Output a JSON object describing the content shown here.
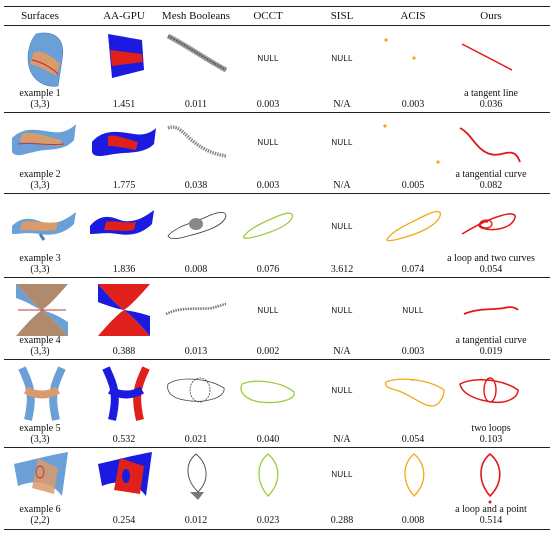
{
  "columns": [
    "Surfaces",
    "AA-GPU",
    "Mesh Booleans",
    "OCCT",
    "SISL",
    "ACIS",
    "Ours"
  ],
  "null_text": "NULL",
  "rows": [
    {
      "example": "example 1",
      "degree": "(3,3)",
      "aagpu": "1.451",
      "mesh": "0.011",
      "occt": "0.003",
      "sisl": "N/A",
      "acis": "0.003",
      "ours": "0.036",
      "description": "a tangent line",
      "occt_null": true,
      "sisl_null": true,
      "acis_null": false
    },
    {
      "example": "example 2",
      "degree": "(3,3)",
      "aagpu": "1.775",
      "mesh": "0.038",
      "occt": "0.003",
      "sisl": "N/A",
      "acis": "0.005",
      "ours": "0.082",
      "description": "a tangential curve",
      "occt_null": true,
      "sisl_null": true,
      "acis_null": false
    },
    {
      "example": "example 3",
      "degree": "(3,3)",
      "aagpu": "1.836",
      "mesh": "0.008",
      "occt": "0.076",
      "sisl": "3.612",
      "acis": "0.074",
      "ours": "0.054",
      "description": "a loop and two curves",
      "occt_null": false,
      "sisl_null": true,
      "acis_null": false
    },
    {
      "example": "example 4",
      "degree": "(3,3)",
      "aagpu": "0.388",
      "mesh": "0.013",
      "occt": "0.002",
      "sisl": "N/A",
      "acis": "0.003",
      "ours": "0.019",
      "description": "a tangential curve",
      "occt_null": true,
      "sisl_null": true,
      "acis_null": true
    },
    {
      "example": "example 5",
      "degree": "(3,3)",
      "aagpu": "0.532",
      "mesh": "0.021",
      "occt": "0.040",
      "sisl": "N/A",
      "acis": "0.054",
      "ours": "0.103",
      "description": "two loops",
      "occt_null": false,
      "sisl_null": true,
      "acis_null": false
    },
    {
      "example": "example 6",
      "degree": "(2,2)",
      "aagpu": "0.254",
      "mesh": "0.012",
      "occt": "0.023",
      "sisl": "0.288",
      "acis": "0.008",
      "ours": "0.514",
      "description": "a loop and a point",
      "occt_null": false,
      "sisl_null": true,
      "acis_null": false
    }
  ],
  "colors": {
    "surface_blue": "#6a9fd8",
    "surface_orange": "#d99a6c",
    "aagpu_blue": "#1a1ae0",
    "aagpu_red": "#e0201a",
    "mesh_gray": "#777777",
    "occt_green": "#9ccc3c",
    "acis_orange": "#f2a818",
    "ours_red": "#e01818"
  }
}
